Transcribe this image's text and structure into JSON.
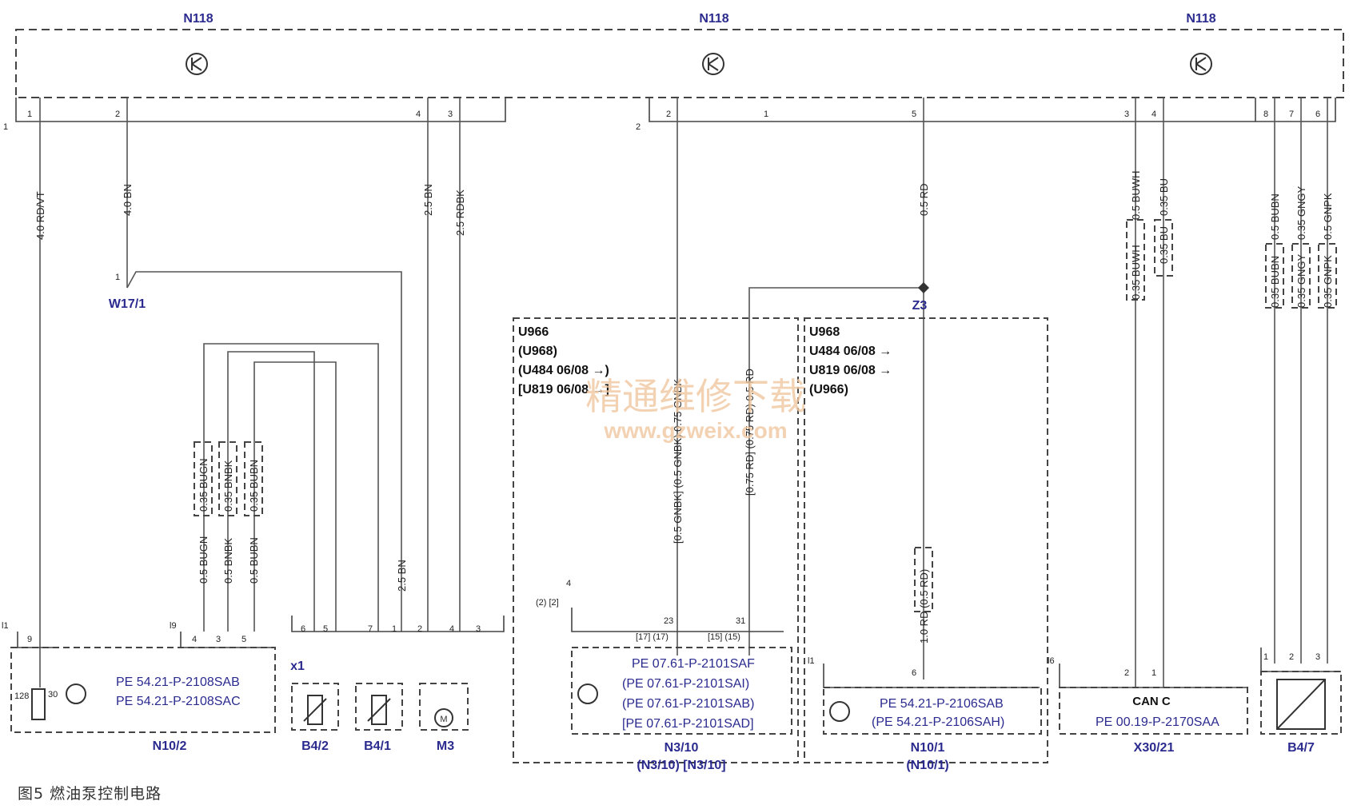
{
  "labels": {
    "n118": "N118",
    "w17_1": "W17/1",
    "z3": "Z3",
    "x1": "x1",
    "n10_2": "N10/2",
    "b4_2": "B4/2",
    "b4_1": "B4/1",
    "m3": "M3",
    "n3_10": "N3/10",
    "n3_10_alt": "(N3/10)  [N3/10]",
    "n10_1": "N10/1",
    "n10_1_alt": "(N10/1)",
    "x30_21": "X30/21",
    "b4_7": "B4/7",
    "can_c": "CAN C"
  },
  "wires": {
    "w1": "4.0 RD/VT",
    "w2": "4.0 BN",
    "w3": "2.5 BN",
    "w4": "2.5 RDBK",
    "w5": "0.5 GNBK",
    "w6": "0.5 RD",
    "w7": "0.5 BUWH",
    "w8": "0.35 BU",
    "w9": "0.5 BUBN",
    "w10": "0.35 GNGY",
    "w11": "0.5 GNPK",
    "w12": "0.35 BUWH",
    "w13": "0.35 BU",
    "w14": "0.35 BUBN",
    "w15": "0.35 GNGY",
    "w16": "0.35 GNPK",
    "w17": "0.35 BUGN",
    "w18": "0.35 BNBK",
    "w19": "0.35 BUBN",
    "w20": "0.5 BUGN",
    "w21": "0.5 BNBK",
    "w22": "0.5 BUBN",
    "w23": "2.5 BN",
    "w24": "[0.5 GNBK] (0.5 GNBK) 0.75 GNBK",
    "w25": "[0.75 RD] (0.75 RD) 0.5 RD",
    "w26": "1.0 RD (0.5 RD)"
  },
  "variants": {
    "u966_a": "U966",
    "u968_a": "(U968)",
    "u484_a": "(U484 06/08 →)",
    "u819_a": "[U819 06/08 →]",
    "u968_b": "U968",
    "u484_b": "U484  06/08  →",
    "u819_b": "U819  06/08  →",
    "u966_b": "(U966)"
  },
  "pe": {
    "n10_2_1": "PE 54.21-P-2108SAB",
    "n10_2_2": "PE 54.21-P-2108SAC",
    "n3_10_1": "PE 07.61-P-2101SAF",
    "n3_10_2": "(PE 07.61-P-2101SAI)",
    "n3_10_3": "(PE 07.61-P-2101SAB)",
    "n3_10_4": "[PE 07.61-P-2101SAD]",
    "n10_1_1": "PE 54.21-P-2106SAB",
    "n10_1_2": "(PE 54.21-P-2106SAH)",
    "x30_21_1": "PE 00.19-P-2170SAA"
  },
  "pins": {
    "p1": "1",
    "p2": "2",
    "p3": "3",
    "p4": "4",
    "p5": "5",
    "p6": "6",
    "p7": "7",
    "p8": "8",
    "p9": "9",
    "p23": "23",
    "p31": "31",
    "p17": "[17] (17)",
    "p15": "[15] (15)",
    "p2b": "(2)  [2]",
    "i1": "l1",
    "i9": "l9",
    "i6": "l6",
    "p30": "30",
    "p128": "128"
  },
  "watermark": {
    "cn": "精通维修下载",
    "url": "www.gzweix.com"
  },
  "caption": "图5    燃油泵控制电路",
  "colors": {
    "label": "#2b2b8f",
    "line": "#444444",
    "watermark": "#f0c8a0"
  }
}
